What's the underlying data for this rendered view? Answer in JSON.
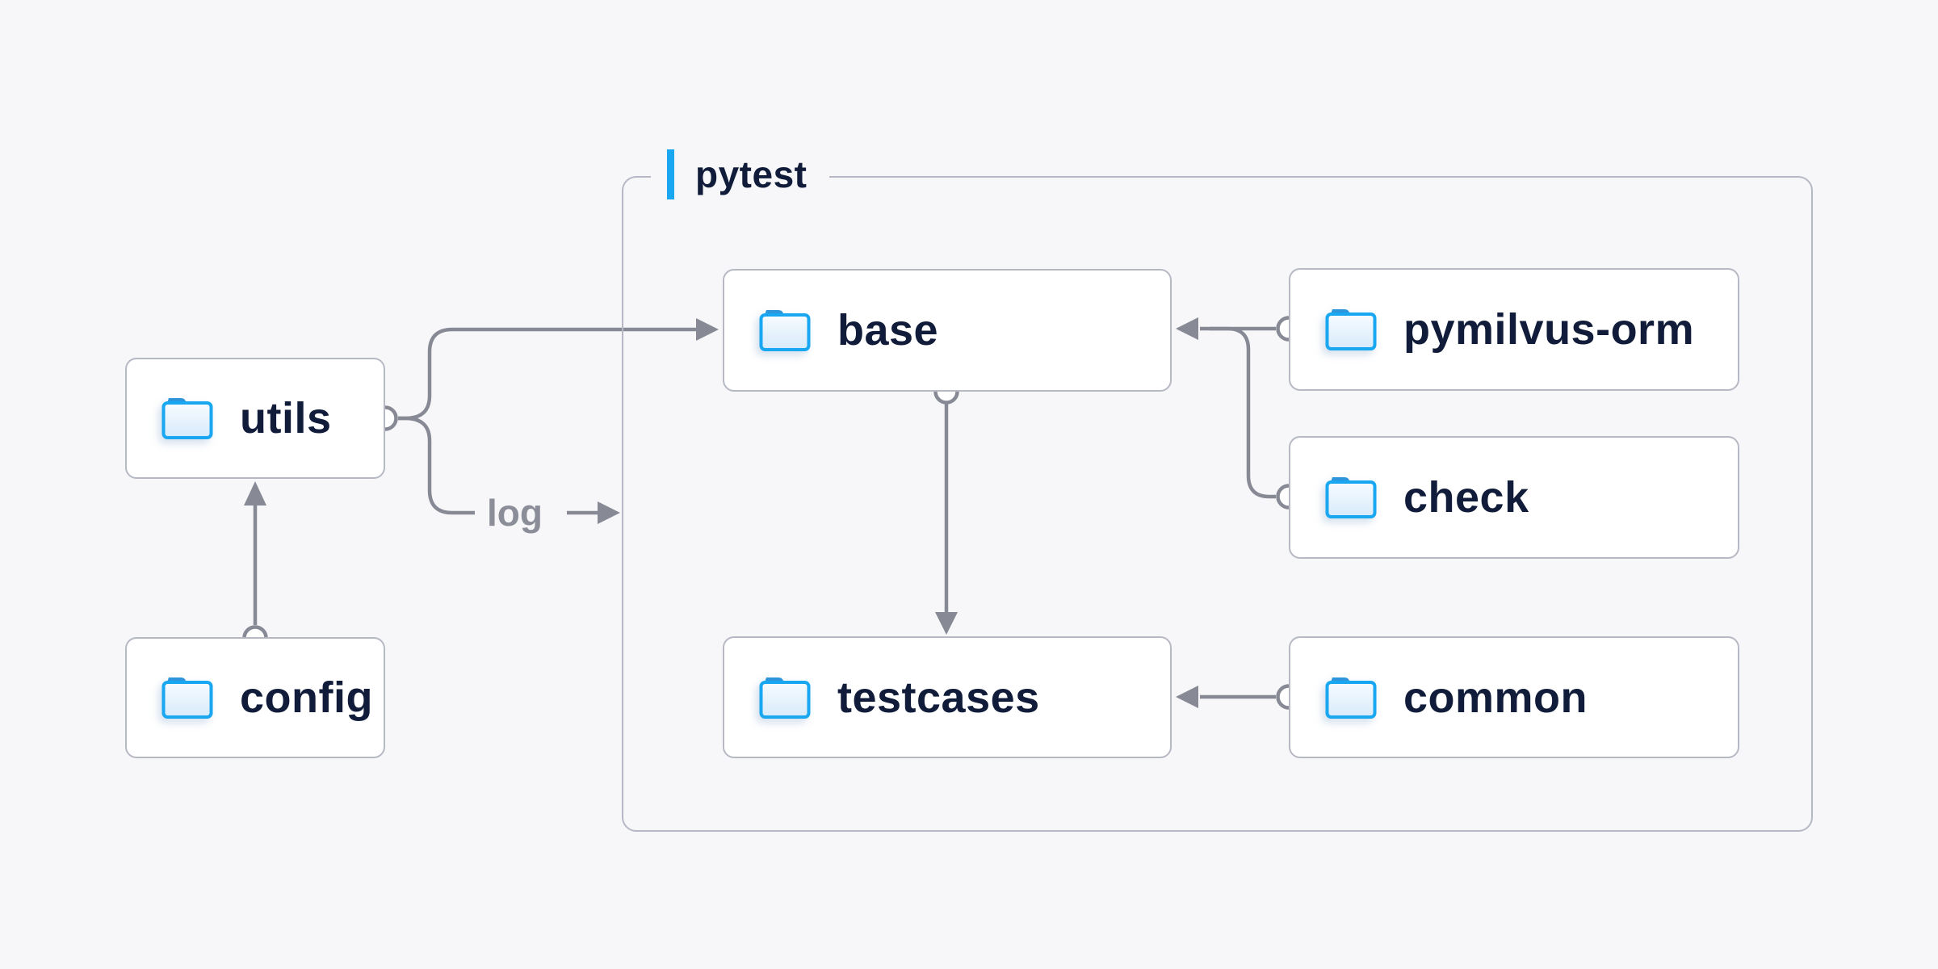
{
  "diagram": {
    "title_hint": "folder dependency diagram",
    "container": {
      "label": "pytest"
    }
  },
  "nodes": [
    {
      "id": "utils",
      "label": "utils",
      "icon": "folder-icon",
      "inside_container": false
    },
    {
      "id": "config",
      "label": "config",
      "icon": "folder-icon",
      "inside_container": false
    },
    {
      "id": "base",
      "label": "base",
      "icon": "folder-icon",
      "inside_container": true
    },
    {
      "id": "pymilvus-orm",
      "label": "pymilvus-orm",
      "icon": "folder-icon",
      "inside_container": true
    },
    {
      "id": "check",
      "label": "check",
      "icon": "folder-icon",
      "inside_container": true
    },
    {
      "id": "testcases",
      "label": "testcases",
      "icon": "folder-icon",
      "inside_container": true
    },
    {
      "id": "common",
      "label": "common",
      "icon": "folder-icon",
      "inside_container": true
    }
  ],
  "edges": [
    {
      "from": "config",
      "to": "utils",
      "label": ""
    },
    {
      "from": "utils",
      "to": "base",
      "label": ""
    },
    {
      "from": "utils",
      "to": "pytest",
      "label": "log"
    },
    {
      "from": "pymilvus-orm",
      "to": "base",
      "label": ""
    },
    {
      "from": "check",
      "to": "base",
      "label": ""
    },
    {
      "from": "base",
      "to": "testcases",
      "label": ""
    },
    {
      "from": "common",
      "to": "testcases",
      "label": ""
    }
  ],
  "colors": {
    "background": "#f7f7f9",
    "node_fill": "#ffffff",
    "node_border": "#b6b9c4",
    "wire": "#878a95",
    "text": "#101c39",
    "muted_text": "#8b8e99",
    "accent_blue": "#18a7f0",
    "folder_tab": "#2d95da"
  }
}
